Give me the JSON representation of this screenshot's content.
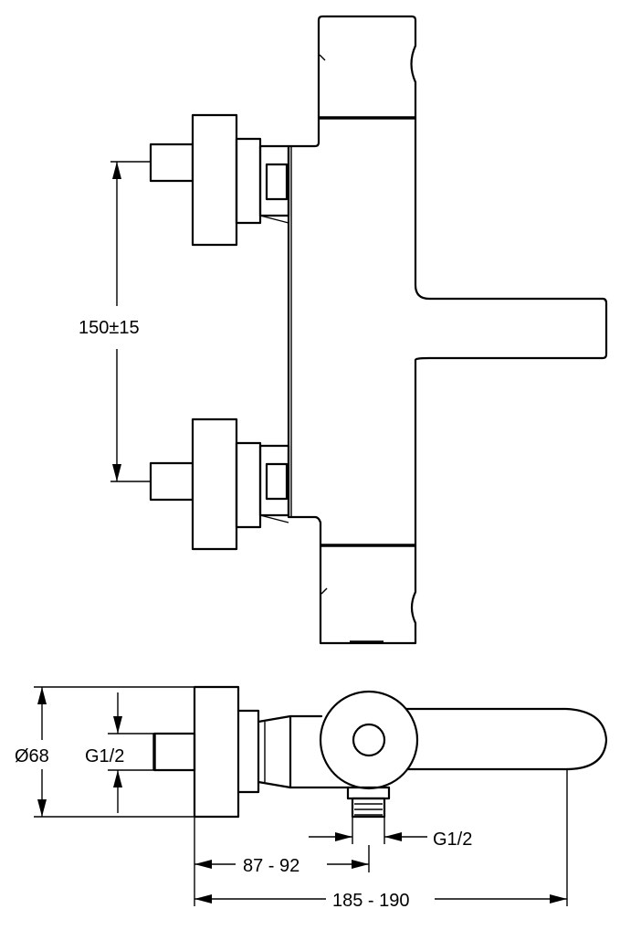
{
  "drawing": {
    "front_view": {
      "dimension_spacing": "150±15"
    },
    "side_view": {
      "dimension_diameter": "Ø68",
      "dimension_inlet_thread": "G1/2",
      "dimension_outlet_thread": "G1/2",
      "dimension_projection_inner": "87 - 92",
      "dimension_projection_total": "185 - 190"
    }
  }
}
